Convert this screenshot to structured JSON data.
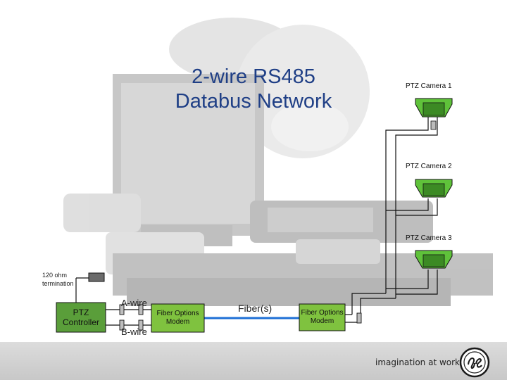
{
  "title": {
    "line1": "2-wire RS485",
    "line2": "Databus Network"
  },
  "cameras": [
    {
      "label": "PTZ Camera 1"
    },
    {
      "label": "PTZ Camera 2"
    },
    {
      "label": "PTZ Camera 3"
    }
  ],
  "termination": {
    "line1": "120 ohm",
    "line2": "termination"
  },
  "controller": {
    "line1": "PTZ",
    "line2": "Controller",
    "fill": "#5a9e3a"
  },
  "wires": {
    "a_wire": "A-wire",
    "b_wire": "B-wire",
    "fiber": "Fiber(s)"
  },
  "modem_left": {
    "line1": "Fiber Options",
    "line2": "Modem",
    "fill": "#7fc23f"
  },
  "modem_right": {
    "line1": "Fiber Options",
    "line2": "Modem",
    "fill": "#7fc23f"
  },
  "footer": {
    "tagline": "imagination at work"
  },
  "colors": {
    "title": "#1f3f86",
    "camera_green": "#5fc23a",
    "fiber_blue": "#1e6fd6"
  }
}
